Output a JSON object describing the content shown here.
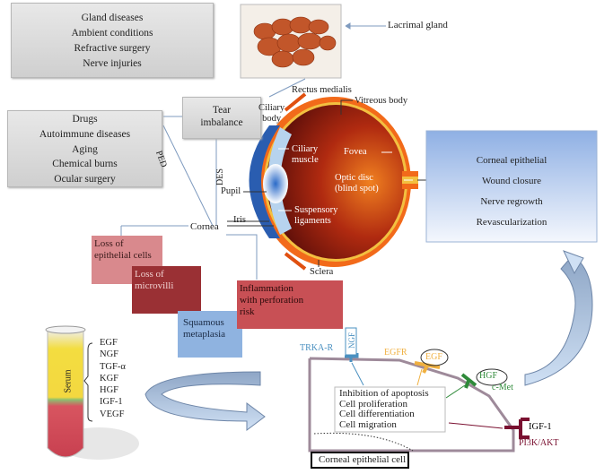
{
  "causes_top": [
    "Gland diseases",
    "Ambient conditions",
    "Refractive surgery",
    "Nerve injuries"
  ],
  "causes_left": [
    "Drugs",
    "Autoimmune diseases",
    "Aging",
    "Chemical burns",
    "Ocular surgery"
  ],
  "tear_imbalance": [
    "Tear",
    "imbalance"
  ],
  "lacrimal_gland": "Lacrimal gland",
  "path_labels": {
    "ped": "PED",
    "des": "DES",
    "cornea": "Cornea"
  },
  "eye_labels": {
    "rectus_medialis": "Rectus medialis",
    "ciliary_body": [
      "Ciliary",
      "body"
    ],
    "vitreous_body": "Vitreous body",
    "ciliary_muscle": [
      "Ciliary",
      "muscle"
    ],
    "fovea": "Fovea",
    "optic_disc": [
      "Optic disc",
      "(blind spot)"
    ],
    "pupil": "Pupil",
    "suspensory": [
      "Suspensory",
      "ligaments"
    ],
    "iris": "Iris",
    "sclera": "Sclera"
  },
  "outcomes": [
    "Corneal epithelial",
    "Wound closure",
    "Nerve regrowth",
    "Revascularization"
  ],
  "damage": {
    "loss_epithelial": [
      "Loss of",
      "epithelial cells"
    ],
    "loss_microvilli": [
      "Loss of",
      "microvilli"
    ],
    "squamous": [
      "Squamous",
      "metaplasia"
    ],
    "inflammation": [
      "Inflammation",
      "with perforation",
      "risk"
    ]
  },
  "serum_label": "Serum",
  "growth_factors": [
    "EGF",
    "NGF",
    "TGF-α",
    "KGF",
    "HGF",
    "IGF-1",
    "VEGF"
  ],
  "cell": {
    "trka": "TRKA-R",
    "ngf": "NGF",
    "egfr": "EGFR",
    "egf": "EGF",
    "hgf": "HGF",
    "cmet": "c-Met",
    "igf": "IGF-1",
    "pi3k": "PI3K/AKT",
    "effects": [
      "Inhibition of apoptosis",
      "Cell proliferation",
      "Cell differentiation",
      "Cell migration"
    ],
    "caption": "Corneal epithelial cell"
  },
  "colors": {
    "trka": "#4a90c0",
    "egfr": "#f0b040",
    "hgf": "#2f8a3a",
    "igf": "#7a1030",
    "cell_border": "#9e8a9a"
  }
}
